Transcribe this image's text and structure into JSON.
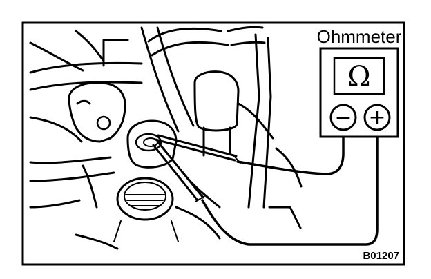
{
  "figure": {
    "meter_title": "Ohmmeter",
    "display_symbol": "Ω",
    "terminal_negative": "−",
    "terminal_positive": "+",
    "figure_code": "B01207"
  }
}
